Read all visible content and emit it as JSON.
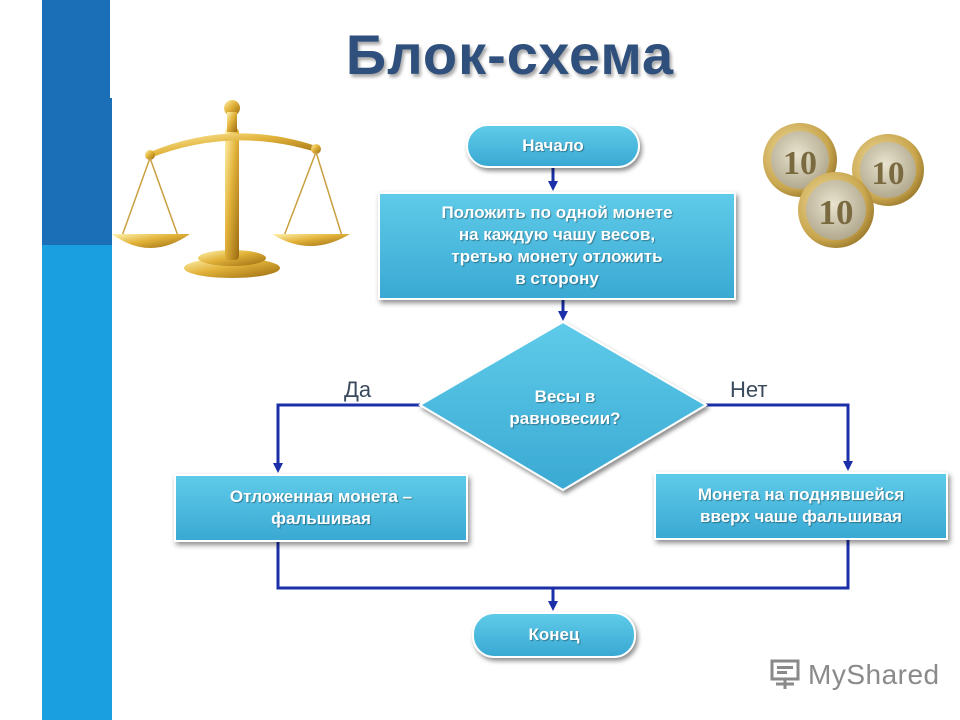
{
  "title": "Блок-схема",
  "flowchart": {
    "start": "Начало",
    "process": "Положить по одной монете\nна каждую чашу весов,\nтретью монету отложить\nв сторону",
    "decision": "Весы в\nравновесии?",
    "yes_label": "Да",
    "no_label": "Нет",
    "yes_result": "Отложенная монета –\nфальшивая",
    "no_result": "Монета на поднявшейся\nвверх чаше фальшивая",
    "end": "Конец"
  },
  "images": {
    "scales": "balance-scales-illustration",
    "coins": "ten-ruble-coins-illustration",
    "coin_denomination": "10"
  },
  "watermark": "MyShared",
  "colors": {
    "band_dark": "#1a6fb6",
    "band_light": "#1aa0e0",
    "block_fill": "#4dbde3",
    "connector": "#1a2fa8",
    "title": "#2f4f7c"
  }
}
